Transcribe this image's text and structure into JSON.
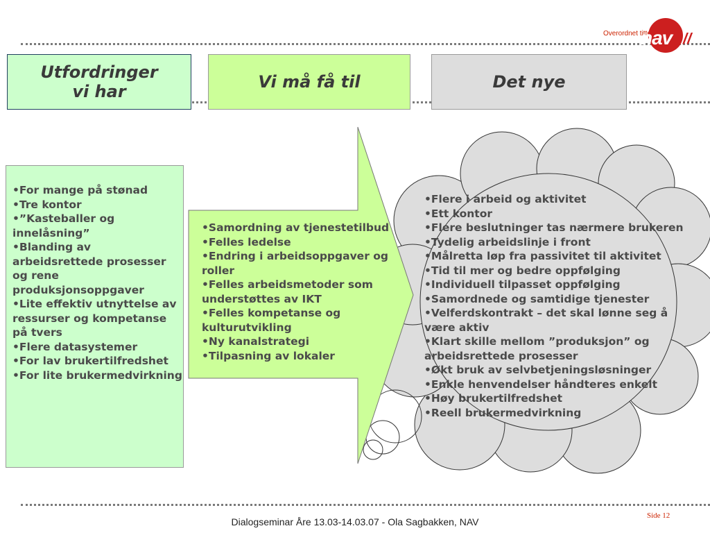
{
  "logo": {
    "subtitle": "Overordnet tittel",
    "wordmark": "nav",
    "accent_slashes": "//",
    "brand_color": "#cc1f1f"
  },
  "headers": {
    "col1": "Utfordringer vi har",
    "col2": "Vi må få til",
    "col3": "Det nye"
  },
  "challenges": [
    "For mange på stønad",
    "Tre kontor",
    "”Kasteballer og innelåsning”",
    "Blanding av arbeidsrettede prosesser og rene produksjonsoppgaver",
    "Lite effektiv utnyttelse av ressurser og kompetanse på tvers",
    "Flere datasystemer",
    "For lav brukertilfredshet",
    "For lite brukermedvirkning"
  ],
  "must_achieve": [
    "Samordning av tjenestetilbud",
    "Felles ledelse",
    "Endring i arbeidsoppgaver og roller",
    "Felles arbeidsmetoder som understøttes av IKT",
    "Felles kompetanse og kulturutvikling",
    "Ny kanalstrategi",
    "Tilpasning av lokaler"
  ],
  "the_new": [
    "Flere i arbeid og aktivitet",
    "Ett kontor",
    "Flere beslutninger tas nærmere brukeren",
    "Tydelig arbeidslinje i front",
    "Målretta løp fra passivitet til aktivitet",
    "Tid til mer og bedre oppfølging",
    "Individuell tilpasset oppfølging",
    "Samordnede og samtidige tjenester",
    "Velferdskontrakt – det skal lønne seg å være aktiv",
    "Klart skille mellom ”produksjon” og arbeidsrettede prosesser",
    "Økt bruk av selvbetjeningsløsninger",
    "Enkle henvendelser håndteres enkelt",
    "Høy brukertilfredshet",
    "Reell brukermedvirkning"
  ],
  "footer": {
    "text": "Dialogseminar Åre 13.03-14.03.07 - Ola Sagbakken, NAV",
    "page_label": "Side 12"
  },
  "colors": {
    "light_green": "#ccffcc",
    "lime": "#ccff99",
    "grey": "#dddddd"
  }
}
